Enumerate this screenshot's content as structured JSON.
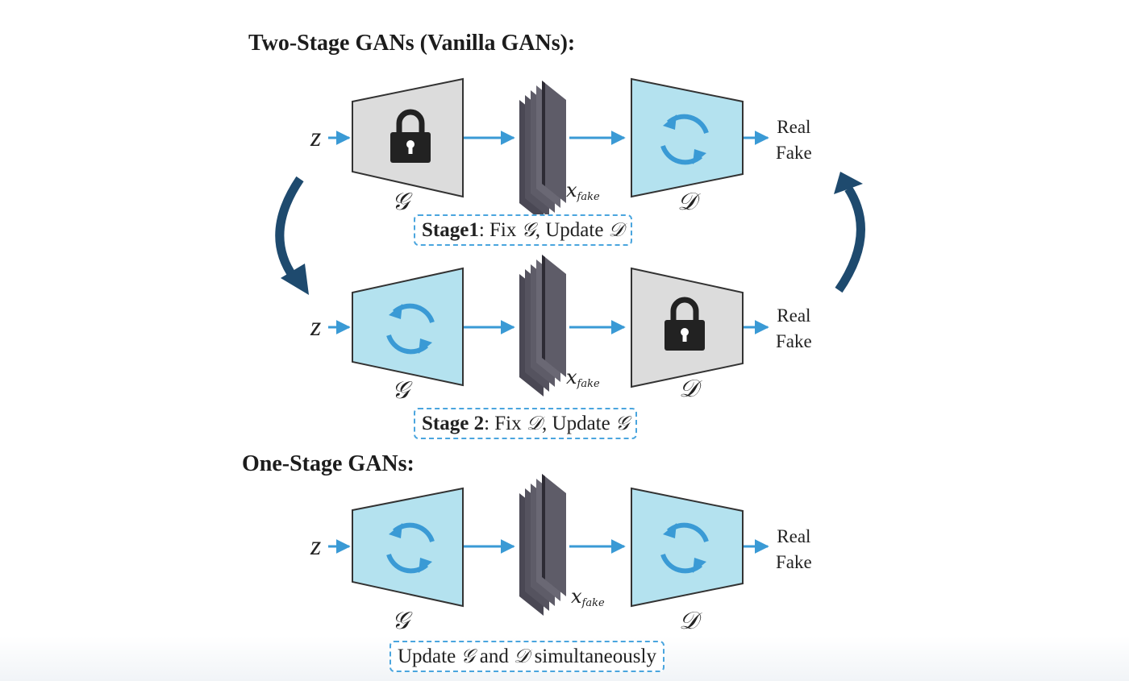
{
  "headings": {
    "two_stage": "Two-Stage GANs (Vanilla GANs):",
    "one_stage": "One-Stage GANs:"
  },
  "symbols": {
    "z": "z",
    "generator": "𝒢",
    "discriminator": "𝒟",
    "x_main": "x",
    "x_sub": "fake"
  },
  "outputs": {
    "real": "Real",
    "fake": "Fake"
  },
  "captions": {
    "stage1": {
      "bold": "Stage1",
      "parts": [
        ": Fix ",
        "𝒢",
        ", Update ",
        "𝒟"
      ]
    },
    "stage2": {
      "bold": "Stage 2",
      "parts": [
        ": Fix ",
        "𝒟",
        ", Update ",
        "𝒢"
      ]
    },
    "one_stage": {
      "parts": [
        "Update ",
        "𝒢",
        " and ",
        "𝒟",
        " simultaneously"
      ]
    }
  },
  "rows": [
    {
      "id": "stage1",
      "generator_state": "locked",
      "discriminator_state": "updating"
    },
    {
      "id": "stage2",
      "generator_state": "updating",
      "discriminator_state": "locked"
    },
    {
      "id": "one_stage",
      "generator_state": "updating",
      "discriminator_state": "updating"
    }
  ],
  "icons": {
    "lock": "lock-icon",
    "update": "refresh-cycle-icon",
    "cycle_arrows": "curved-arrow-icon"
  },
  "colors": {
    "trainable_fill": "#b4e2ef",
    "frozen_fill": "#dcdcdc",
    "block_stroke": "#333333",
    "arrow": "#3a9ad5",
    "cycle_arrow": "#1e4a6e",
    "lock": "#222222",
    "feature_map": "#5e5c6a",
    "caption_border": "#4aa5de"
  }
}
